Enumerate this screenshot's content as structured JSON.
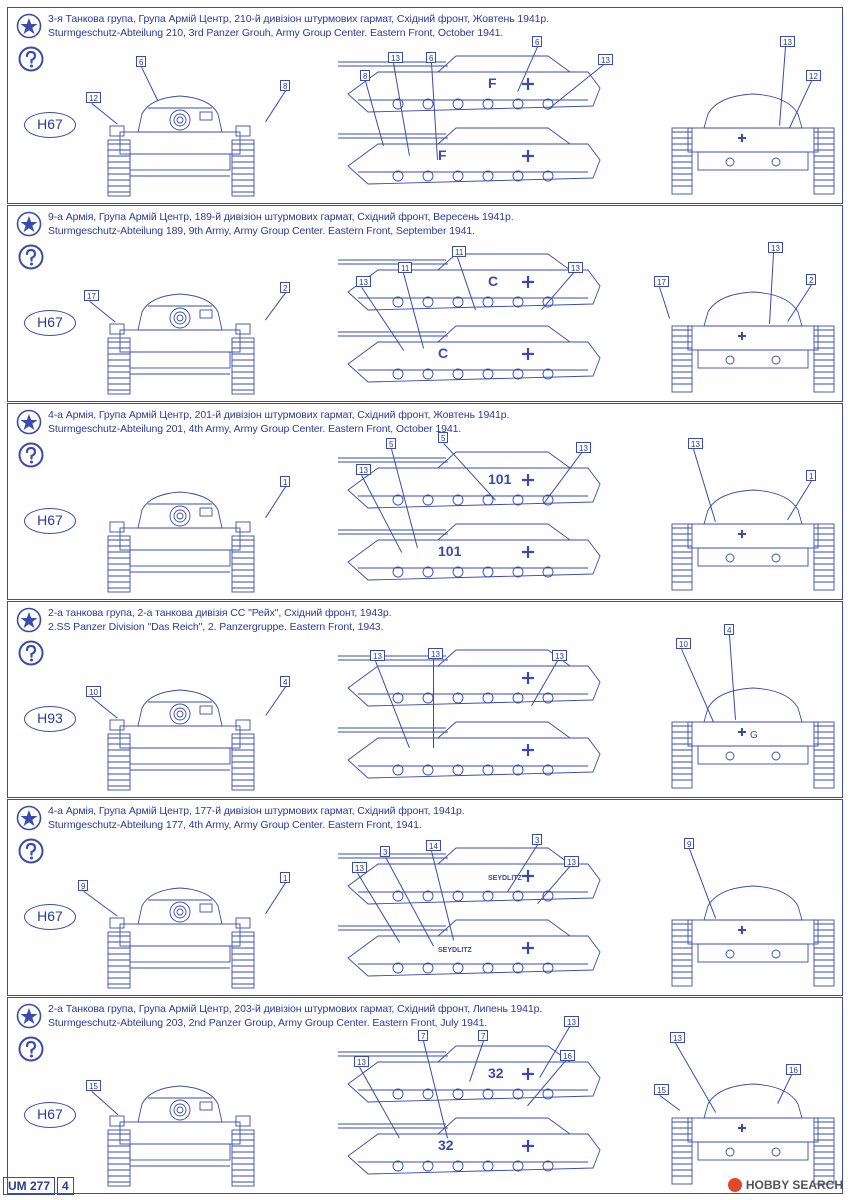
{
  "sections": [
    {
      "caption_ua": "3-я Танкова група, Група Армій Центр, 210-й дивізіон штурмових гармат, Східний фронт, Жовтень 1941р.",
      "caption_en": "Sturmgeschutz-Abteilung 210, 3rd Panzer Grouh, Army Group Center. Eastern Front, October 1941.",
      "paint_code": "H67",
      "hull_marking": "F",
      "rear_marking": ""
    },
    {
      "caption_ua": "9-а Армія, Група Армій Центр, 189-й дивізіон штурмових гармат, Східний фронт, Вересень 1941р.",
      "caption_en": "Sturmgeschutz-Abteilung 189, 9th Army, Army Group Center. Eastern Front, September 1941.",
      "paint_code": "H67",
      "hull_marking": "C",
      "rear_marking": ""
    },
    {
      "caption_ua": "4-а Армія, Група Армій Центр, 201-й дивізіон штурмових гармат, Східний фронт, Жовтень 1941р.",
      "caption_en": "Sturmgeschutz-Abteilung 201, 4th Army, Army Group Center. Eastern Front, October 1941.",
      "paint_code": "H67",
      "hull_marking": "101",
      "rear_marking": ""
    },
    {
      "caption_ua": "2-а танкова група, 2-а танкова дивізія СС \"Рейх\", Східний фронт, 1943р.",
      "caption_en": "2.SS Panzer Division \"Das Reich\", 2. Panzergruppe. Eastern Front, 1943.",
      "paint_code": "H93",
      "hull_marking": "",
      "rear_marking": "G"
    },
    {
      "caption_ua": "4-а Армія, Група Армій Центр, 177-й дивізіон штурмових гармат, Східний фронт, 1941р.",
      "caption_en": "Sturmgeschutz-Abteilung 177, 4th Army, Army Group Center. Eastern Front, 1941.",
      "paint_code": "H67",
      "hull_marking": "SEYDLITZ",
      "rear_marking": ""
    },
    {
      "caption_ua": "2-а Танкова група, Група Армій Центр, 203-й дивізіон штурмових гармат, Східний фронт, Липень 1941р.",
      "caption_en": "Sturmgeschutz-Abteilung 203, 2nd Panzer Group, Army Group Center. Eastern Front, July 1941.",
      "paint_code": "H67",
      "hull_marking": "32",
      "rear_marking": ""
    }
  ],
  "callouts": [
    [
      "12",
      "6",
      "8",
      "8",
      "6",
      "13",
      "6",
      "13",
      "13",
      "12"
    ],
    [
      "17",
      "2",
      "13",
      "11",
      "11",
      "13",
      "17",
      "13",
      "2"
    ],
    [
      "1",
      "13",
      "5",
      "5",
      "13",
      "13",
      "1"
    ],
    [
      "10",
      "4",
      "13",
      "13",
      "13",
      "10",
      "4"
    ],
    [
      "9",
      "1",
      "13",
      "3",
      "14",
      "3",
      "13",
      "9"
    ],
    [
      "15",
      "13",
      "7",
      "7",
      "13",
      "16",
      "13",
      "16",
      "15"
    ]
  ],
  "footer": {
    "code": "UM 277",
    "page": "4"
  },
  "watermark": "HOBBY SEARCH",
  "colors": {
    "ink": "#3a4bb0",
    "text": "#2b3a9e",
    "background": "#ffffff"
  }
}
